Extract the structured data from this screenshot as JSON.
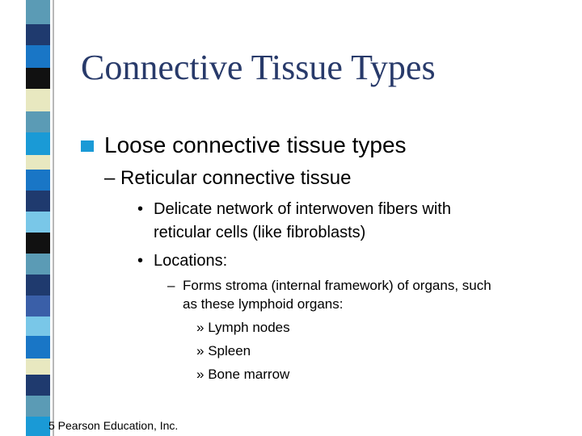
{
  "slide": {
    "title": "Connective Tissue Types",
    "bullet_l1": "Loose connective tissue types",
    "bullet_l2_dash": "–",
    "bullet_l2": "Reticular connective tissue",
    "l3_marker": "•",
    "l3_item1_line1": "Delicate network of interwoven fibers with",
    "l3_item1_line2": "reticular cells (like fibroblasts)",
    "l3_item2": "Locations:",
    "l4_dash": "–",
    "l4_line1": "Forms stroma (internal framework) of organs, such",
    "l4_line2": "as these lymphoid organs:",
    "l5_marker": "»",
    "l5_items": [
      "Lymph nodes",
      "Spleen",
      "Bone marrow"
    ],
    "footer": "5 Pearson Education, Inc."
  },
  "colors": {
    "title": "#283a6a",
    "bullet_square": "#1a9ad6",
    "strip_palette": [
      "#5b9bb5",
      "#1f3a6e",
      "#1976c6",
      "#e8e8c0",
      "#111111",
      "#79c7e8",
      "#3a5fa8"
    ]
  }
}
